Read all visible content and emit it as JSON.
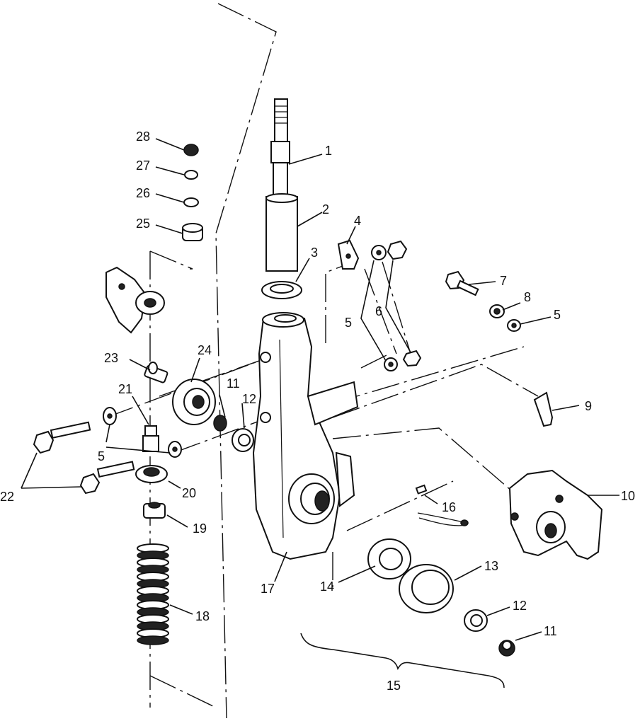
{
  "diagram": {
    "labels": {
      "p1": "1",
      "p2": "2",
      "p3": "3",
      "p4": "4",
      "p5a": "5",
      "p5b": "5",
      "p5c": "5",
      "p6": "6",
      "p7": "7",
      "p8": "8",
      "p9": "9",
      "p10": "10",
      "p11a": "11",
      "p11b": "11",
      "p12a": "12",
      "p12b": "12",
      "p13": "13",
      "p14": "14",
      "p15": "15",
      "p16": "16",
      "p17": "17",
      "p18": "18",
      "p19": "19",
      "p20": "20",
      "p21": "21",
      "p22": "22",
      "p23": "23",
      "p24": "24",
      "p25": "25",
      "p26": "26",
      "p27": "27",
      "p28": "28"
    }
  }
}
